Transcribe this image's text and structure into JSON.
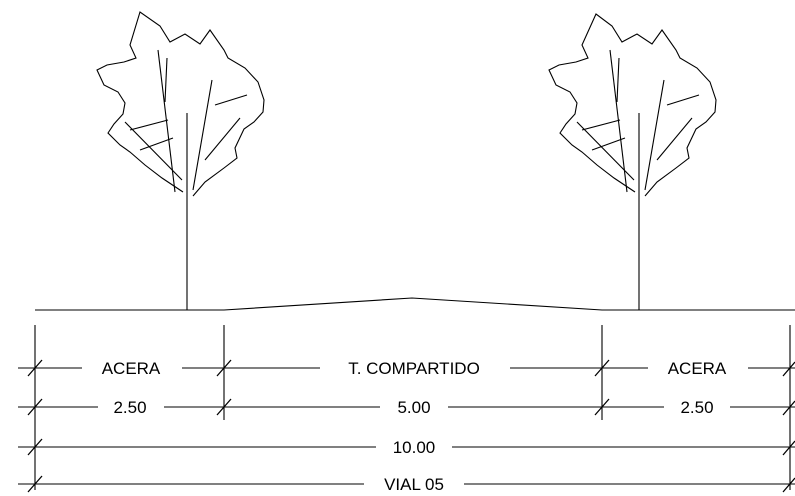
{
  "section": {
    "zones": [
      {
        "name": "ACERA",
        "width": "2.50"
      },
      {
        "name": "T. COMPARTIDO",
        "width": "5.00"
      },
      {
        "name": "ACERA",
        "width": "2.50"
      }
    ],
    "total_width": "10.00",
    "road_name": "VIAL 05"
  }
}
